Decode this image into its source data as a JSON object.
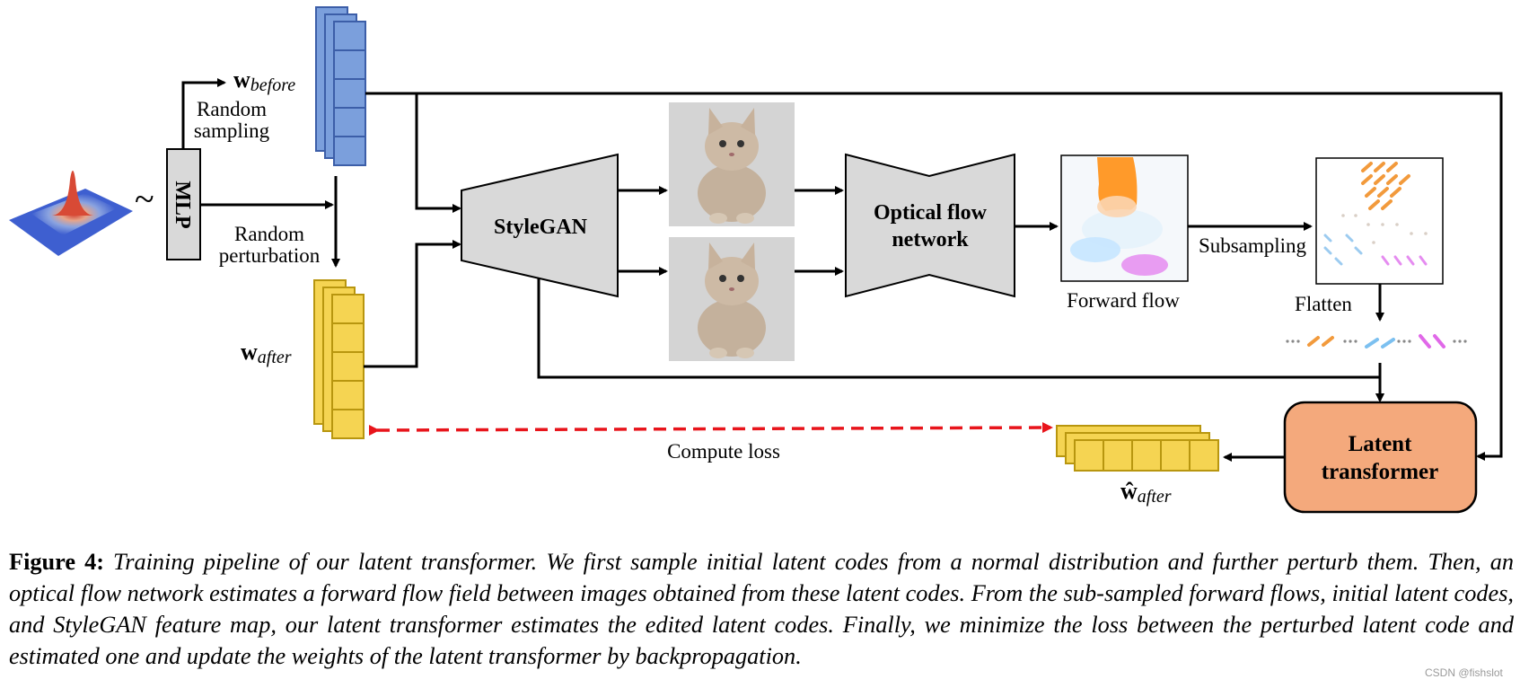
{
  "diagram": {
    "labels": {
      "w_before_base": "w",
      "w_before_sub": "before",
      "w_after_base": "w",
      "w_after_sub": "after",
      "w_hat_after_base": "ŵ",
      "w_hat_after_sub": "after",
      "random_sampling_1": "Random",
      "random_sampling_2": "sampling",
      "random_perturbation_1": "Random",
      "random_perturbation_2": "perturbation",
      "tilde": "~",
      "mlp": "MLP",
      "stylegan": "StyleGAN",
      "optical_flow_1": "Optical flow",
      "optical_flow_2": "network",
      "forward_flow": "Forward flow",
      "subsampling": "Subsampling",
      "flatten": "Flatten",
      "latent_transformer_1": "Latent",
      "latent_transformer_2": "transformer",
      "compute_loss": "Compute loss"
    },
    "colors": {
      "blue_block": "#7b9fdc",
      "blue_stroke": "#3c5ea8",
      "yellow_block": "#f5d452",
      "yellow_stroke": "#b8960f",
      "gray_block": "#d9d9d9",
      "orange_block": "#f4a97c",
      "loss_arrow": "#e8141b"
    }
  },
  "caption": {
    "label": "Figure 4:",
    "text": "Training pipeline of our latent transformer. We first sample initial latent codes from a normal distribution and further perturb them. Then, an optical flow network estimates a forward flow field between images obtained from these latent codes. From the sub-sampled forward flows, initial latent codes, and StyleGAN feature map, our latent transformer estimates the edited latent codes. Finally, we minimize the loss between the perturbed latent code and estimated one and update the weights of the latent transformer by backpropagation."
  },
  "watermark": "CSDN @fishslot"
}
